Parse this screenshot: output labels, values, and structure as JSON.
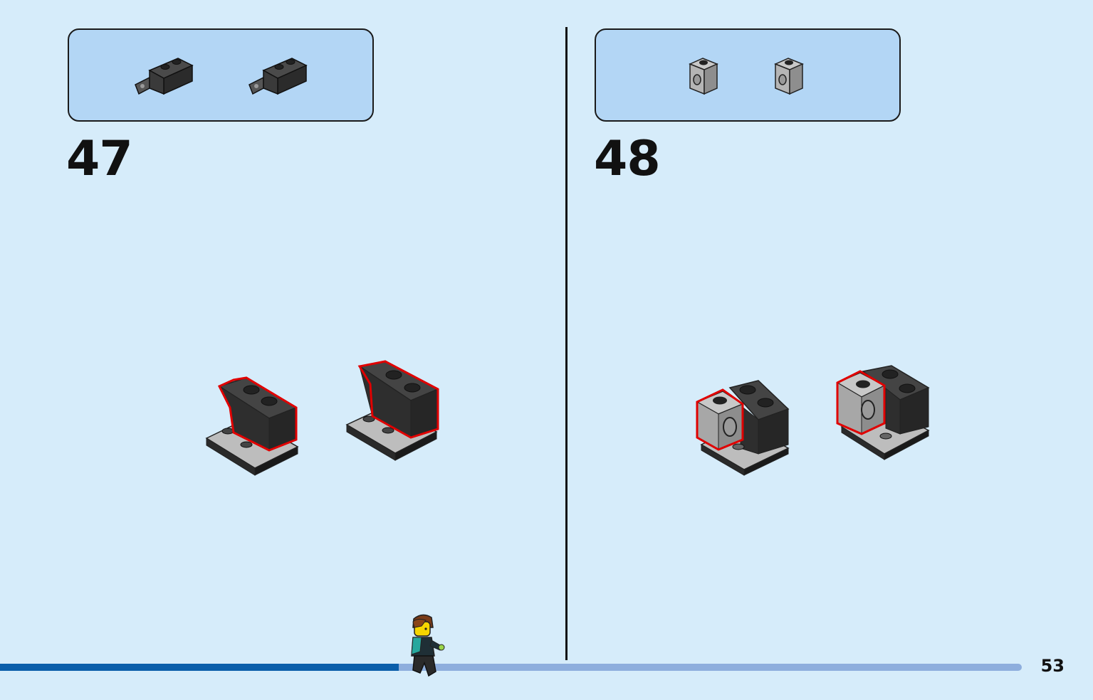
{
  "steps": [
    {
      "number": "47",
      "parts": [
        {
          "icon": "dark-bracket-brick-icon",
          "color": "#3a3a3a"
        },
        {
          "icon": "dark-bracket-brick-icon",
          "color": "#3a3a3a"
        }
      ]
    },
    {
      "number": "48",
      "parts": [
        {
          "icon": "grey-technic-brick-icon",
          "color": "#a8a8a8"
        },
        {
          "icon": "grey-technic-brick-icon",
          "color": "#a8a8a8"
        }
      ]
    }
  ],
  "page_number": "53",
  "progress": {
    "fraction": 0.39,
    "fill_color": "#0a5eaa",
    "track_color": "#8eaedd"
  },
  "colors": {
    "background": "#d6ecfa",
    "parts_box": "#b3d6f5",
    "highlight": "#e00000"
  }
}
